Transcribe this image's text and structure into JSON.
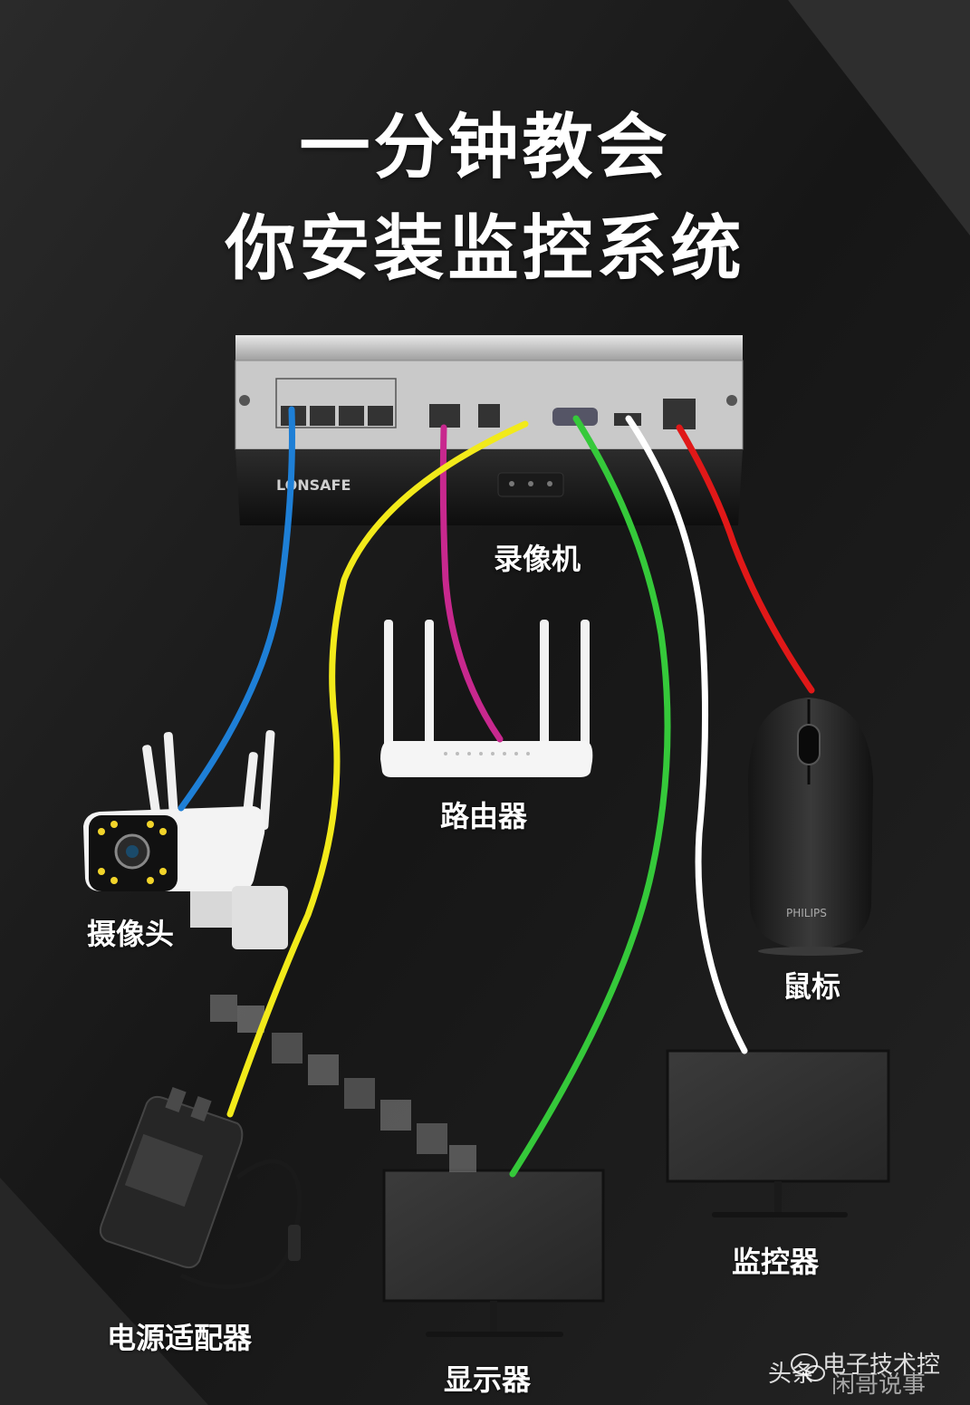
{
  "title_line1": "一分钟教会",
  "title_line2": "你安装监控系统",
  "nvr": {
    "label": "录像机",
    "brand": "LONSAFE"
  },
  "devices": {
    "router": "路由器",
    "camera": "摄像头",
    "mouse": "鼠标",
    "adapter": "电源适配器",
    "display": "显示器",
    "monitor": "监控器"
  },
  "mouse_brand": "PHILIPS",
  "watermark": {
    "left": "头条",
    "line1": "电子技术控",
    "line2": "闲哥说事"
  },
  "colors": {
    "background": "#1c1c1c",
    "camera_cable": "#1e7fd6",
    "router_cable": "#c8288e",
    "power_cable": "#f2ea1a",
    "display_cable": "#35c93a",
    "monitor_cable": "#ffffff",
    "mouse_cable": "#e01818"
  }
}
